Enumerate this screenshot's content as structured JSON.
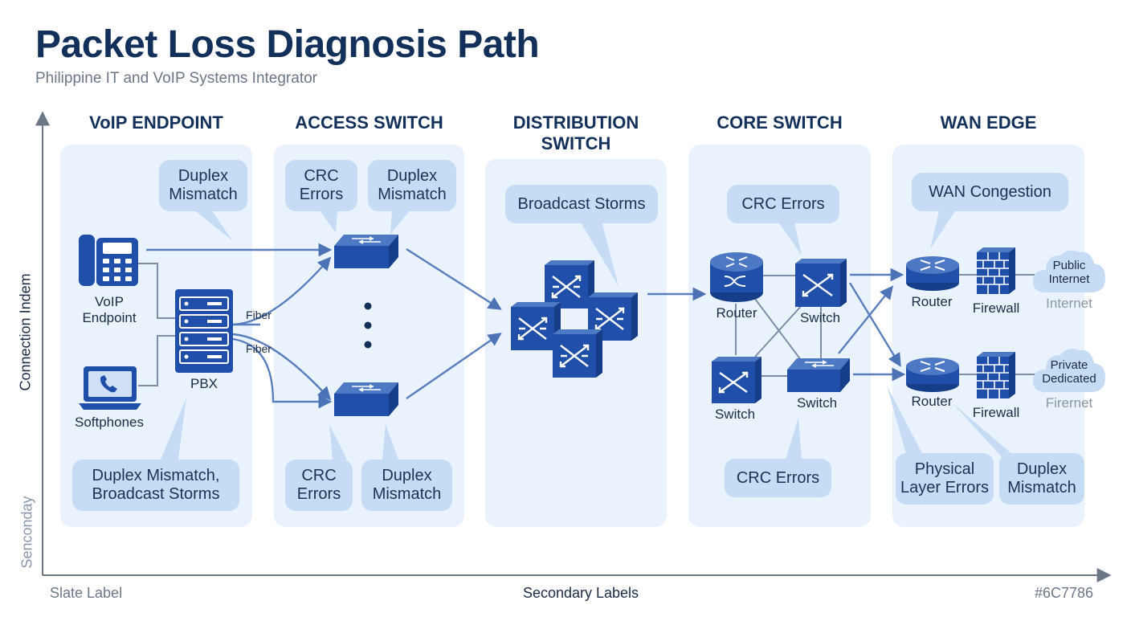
{
  "title": "Packet Loss Diagnosis Path",
  "subtitle": "Philippine IT and VoIP Systems Integrator",
  "columns": {
    "voip_endpoint": "VoIP ENDPOINT",
    "access_switch": "ACCESS SWITCH",
    "distribution_switch_line1": "DISTRIBUTION",
    "distribution_switch_line2": "SWITCH",
    "core_switch": "CORE SWITCH",
    "wan_edge": "WAN EDGE"
  },
  "issues": {
    "endpoint_top_line1": "Duplex",
    "endpoint_top_line2": "Mismatch",
    "endpoint_bottom_line1": "Duplex Mismatch,",
    "endpoint_bottom_line2": "Broadcast Storms",
    "access_top_crc_line1": "CRC",
    "access_top_crc_line2": "Errors",
    "access_top_duplex_line1": "Duplex",
    "access_top_duplex_line2": "Mismatch",
    "access_bottom_crc_line1": "CRC",
    "access_bottom_crc_line2": "Errors",
    "access_bottom_duplex_line1": "Duplex",
    "access_bottom_duplex_line2": "Mismatch",
    "distribution": "Broadcast Storms",
    "core_top": "CRC Errors",
    "core_bottom": "CRC Errors",
    "wan_top": "WAN Congestion",
    "wan_bottom_physical_line1": "Physical",
    "wan_bottom_physical_line2": "Layer Errors",
    "wan_bottom_duplex_line1": "Duplex",
    "wan_bottom_duplex_line2": "Mismatch"
  },
  "devices": {
    "voip_line1": "VoIP",
    "voip_line2": "Endpoint",
    "softphones": "Softphones",
    "pbx": "PBX",
    "fiber_top": "Fiber",
    "fiber_bottom": "Fiber",
    "core_router": "Router",
    "core_switch_top": "Switch",
    "core_switch_bottom_left": "Switch",
    "core_switch_bottom_right": "Switch",
    "wan_router_top": "Router",
    "wan_router_bottom": "Router",
    "wan_firewall_top": "Firewall",
    "wan_firewall_bottom": "Firewall",
    "cloud_top_line1": "Public",
    "cloud_top_line2": "Internet",
    "cloud_top_caption": "Internet",
    "cloud_bottom_line1": "Private",
    "cloud_bottom_line2": "Dedicated",
    "cloud_bottom_caption": "Firernet"
  },
  "axes": {
    "y_label": "Connection Indem",
    "y_secondary": "Senconday",
    "x_label": "Secondary Labels",
    "x_left": "Slate Label",
    "x_right": "#6C7786"
  },
  "colors": {
    "title": "#12305A",
    "panel": "#EAF3FD",
    "bubble": "#C5DCF4",
    "device": "#1F4FA8",
    "muted": "#6C7786",
    "arrow": "#4A72B8"
  },
  "icons": [
    "desk-phone-icon",
    "laptop-phone-icon",
    "server-rack-icon",
    "switch-icon",
    "router-icon",
    "firewall-icon",
    "cloud-icon",
    "ellipsis-icon"
  ]
}
